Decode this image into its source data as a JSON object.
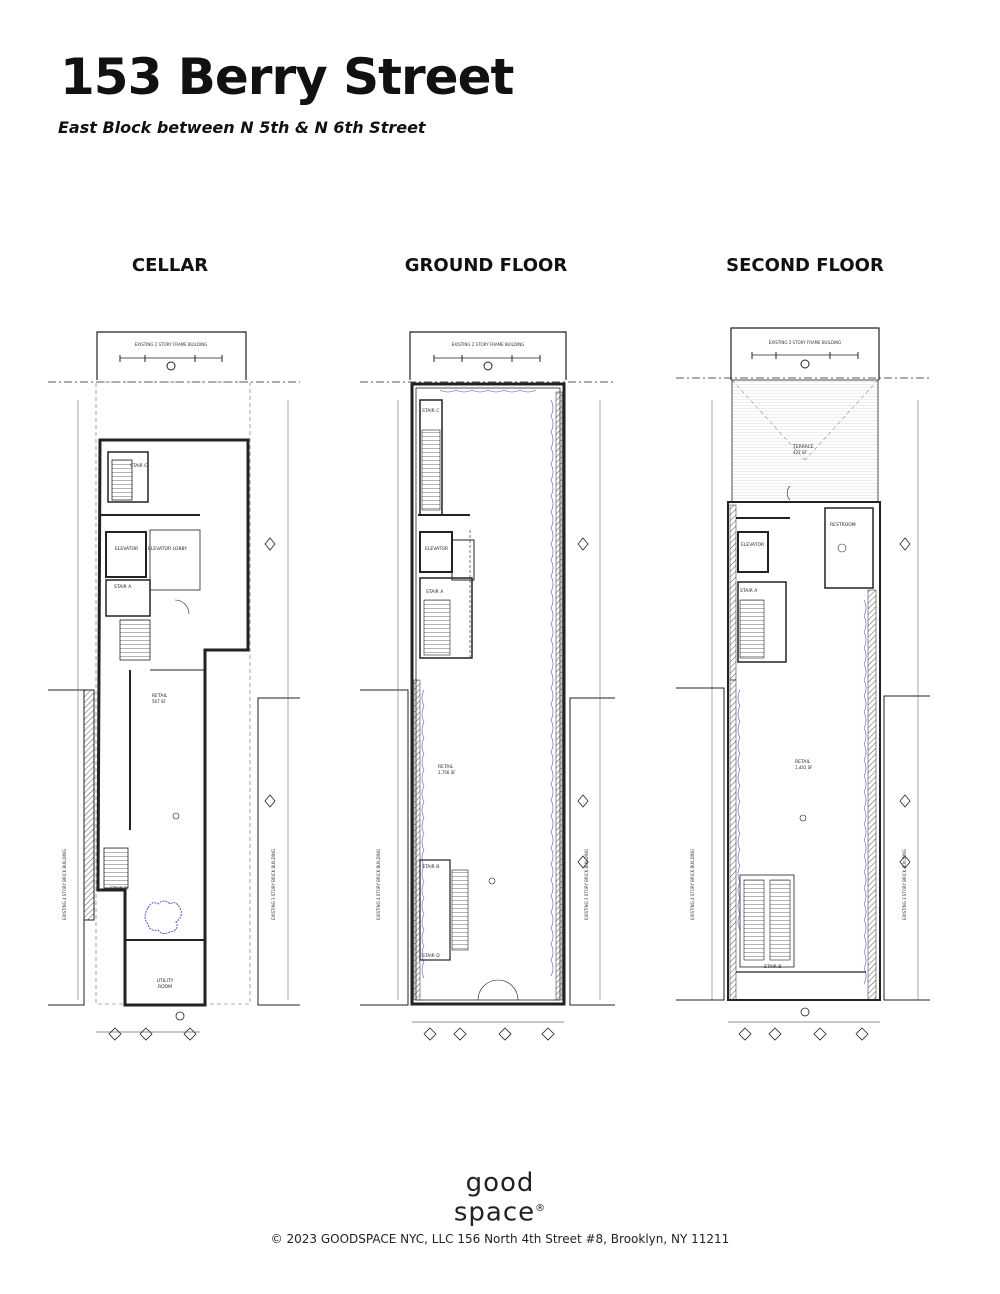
{
  "header": {
    "title": "153 Berry Street",
    "subtitle": "East Block between N 5th & N 6th Street"
  },
  "plans": [
    {
      "label": "CELLAR",
      "rooms": {
        "existing_top": "EXISTING 2 STORY FRAME BUILDING",
        "stair_c": "STAIR C",
        "elevator": "ELEVATOR",
        "elevator_lobby": "ELEVATOR LOBBY",
        "stair_a": "STAIR A",
        "retail": "RETAIL",
        "retail_sf": "567 SF",
        "stair_d": "STAIR D",
        "utility": "UTILITY",
        "utility2": "ROOM",
        "left_side": "EXISTING 4 STORY BRICK BUILDING",
        "right_side": "EXISTING 3 STORY BRICK BUILDING"
      }
    },
    {
      "label": "GROUND FLOOR",
      "rooms": {
        "existing_top": "EXISTING 2 STORY FRAME BUILDING",
        "stair_c": "STAIR C",
        "elevator": "ELEVATOR",
        "stair_a": "STAIR A",
        "retail": "RETAIL",
        "retail_sf": "1,756 SF",
        "stair_b": "STAIR B",
        "stair_d": "STAIR D",
        "left_side": "EXISTING 4 STORY BRICK BUILDING",
        "right_side": "EXISTING 3 STORY BRICK BUILDING"
      }
    },
    {
      "label": "SECOND FLOOR",
      "rooms": {
        "existing_top": "EXISTING 2 STORY FRAME BUILDING",
        "terrace": "TERRACE",
        "terrace_sf": "427 SF",
        "restroom": "RESTROOM",
        "elevator": "ELEVATOR",
        "stair_a": "STAIR A",
        "retail": "RETAIL",
        "retail_sf": "1,441 SF",
        "stair_b": "STAIR B",
        "left_side": "EXISTING 4 STORY BRICK BUILDING",
        "right_side": "EXISTING 3 STORY BRICK BUILDING"
      }
    }
  ],
  "logo": {
    "line1": "good",
    "line2": "space",
    "mark": "®"
  },
  "footer": "© 2023 GOODSPACE NYC, LLC 156 North 4th Street #8, Brooklyn, NY 11211"
}
